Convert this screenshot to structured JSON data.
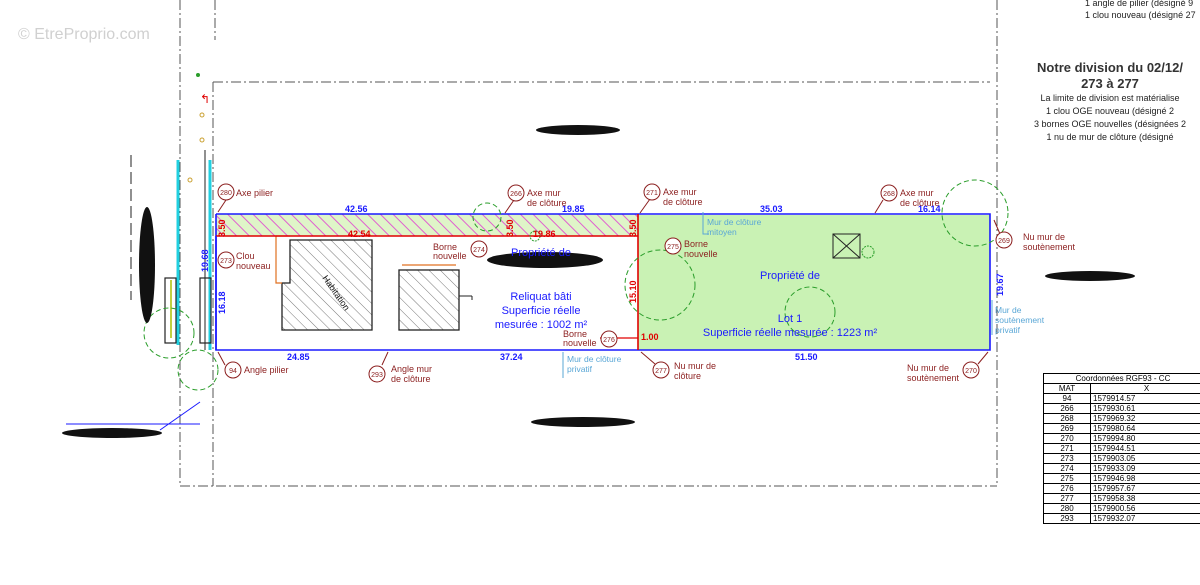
{
  "watermark": "© EtreProprio.com",
  "top_notes": [
    "1 angle de pilier (désigné 9",
    "1 clou nouveau (désigné 27"
  ],
  "title": {
    "line1": "Notre division du 02/12/",
    "line2": "273 à 277",
    "desc": [
      "La limite de division est matérialise",
      "1 clou OGE nouveau (désigné 2",
      "3 bornes OGE nouvelles (désignées 2",
      "1 nu de mur de clôture (désigné"
    ]
  },
  "lot_left": {
    "line1": "Propriété de",
    "line2": "Reliquat bâti",
    "line3": "Superficie réelle",
    "line4": "mesurée : 1002 m²",
    "building": "Habitation"
  },
  "lot_right": {
    "line1": "Propriété de",
    "line2": "Lot 1",
    "line3": "Superficie réelle mesurée : 1223 m²"
  },
  "dimensions": {
    "top_42_56": "42.56",
    "top_19_85": "19.85",
    "top_35_03": "35.03",
    "top_16_14": "16.14",
    "red_42_54": "42.54",
    "red_19_86": "19.86",
    "red_3_50_a": "3.50",
    "red_3_50_b": "3.50",
    "red_3_50_c": "3.50",
    "red_15_10": "15.10",
    "red_1_00": "1.00",
    "left_19_68": "19.68",
    "left_16_18": "16.18",
    "right_19_67": "19.67",
    "bot_24_85": "24.85",
    "bot_37_24": "37.24",
    "bot_51_50": "51.50"
  },
  "points": {
    "p280": {
      "num": "280",
      "label": "Axe pilier"
    },
    "p273": {
      "num": "273",
      "label1": "Clou",
      "label2": "nouveau"
    },
    "p266": {
      "num": "266",
      "label1": "Axe mur",
      "label2": "de clôture"
    },
    "p274": {
      "num": "274",
      "label1": "Borne",
      "label2": "nouvelle"
    },
    "p271": {
      "num": "271",
      "label1": "Axe mur",
      "label2": "de clôture"
    },
    "p275": {
      "num": "275",
      "label1": "Borne",
      "label2": "nouvelle"
    },
    "p276": {
      "num": "276",
      "label1": "Borne",
      "label2": "nouvelle"
    },
    "p268": {
      "num": "268",
      "label1": "Axe mur",
      "label2": "de clôture"
    },
    "p269": {
      "num": "269",
      "label1": "Nu mur de",
      "label2": "soutènement"
    },
    "p94": {
      "num": "94",
      "label": "Angle pilier"
    },
    "p293": {
      "num": "293",
      "label1": "Angle mur",
      "label2": "de clôture"
    },
    "p277": {
      "num": "277",
      "label1": "Nu mur de",
      "label2": "clôture"
    },
    "p270": {
      "num": "270",
      "label1": "Nu mur de",
      "label2": "soutènement"
    }
  },
  "walls": {
    "w1": {
      "l1": "Mur de clôture",
      "l2": "mitoyen"
    },
    "w2": {
      "l1": "Mur de clôture",
      "l2": "privatif"
    },
    "w3": {
      "l1": "Mur de",
      "l2": "soutènement",
      "l3": "privatif"
    }
  },
  "coords_table": {
    "header_title": "Coordonnées RGF93 - CC",
    "col_mat": "MAT",
    "col_x": "X",
    "rows": [
      {
        "mat": "94",
        "x": "1579914.57"
      },
      {
        "mat": "266",
        "x": "1579930.61"
      },
      {
        "mat": "268",
        "x": "1579969.32"
      },
      {
        "mat": "269",
        "x": "1579980.64"
      },
      {
        "mat": "270",
        "x": "1579994.80"
      },
      {
        "mat": "271",
        "x": "1579944.51"
      },
      {
        "mat": "273",
        "x": "1579903.05"
      },
      {
        "mat": "274",
        "x": "1579933.09"
      },
      {
        "mat": "275",
        "x": "1579946.98"
      },
      {
        "mat": "276",
        "x": "1579957.67"
      },
      {
        "mat": "277",
        "x": "1579958.38"
      },
      {
        "mat": "280",
        "x": "1579900.56"
      },
      {
        "mat": "293",
        "x": "1579932.07"
      }
    ]
  },
  "colors": {
    "lot_green": "#c9f2b4",
    "boundary_blue": "#1a1aff",
    "dim_red": "#e00000",
    "label_brown": "#8b1e1e",
    "cyan": "#5aa7d6"
  }
}
